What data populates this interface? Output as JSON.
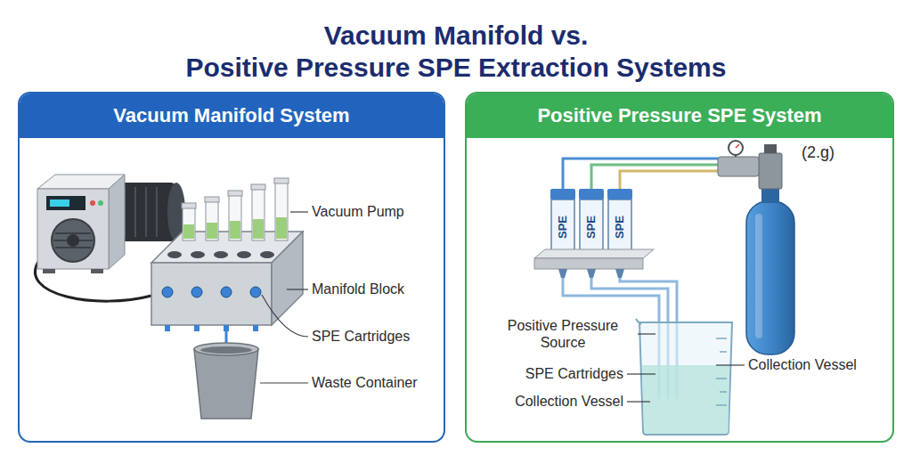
{
  "diagram": {
    "title": "Vacuum Manifold vs. Positive Pressure SPE Extraction Systems",
    "nodes": [
      {
        "text": [
          "Vacuum Manifold System"
        ]
      },
      {
        "text": [
          "Positive Pressure SPE System"
        ]
      }
    ],
    "labels": [
      "Vacuum Pump",
      "Manifold Block",
      "SPE Cartridges",
      "Waste Container",
      "(2.g)",
      "SPE",
      "SPE",
      "SPE",
      "Positive Pressure Source",
      "SPE Cartridges",
      "Collection Vessel",
      "Collection Vessel"
    ]
  }
}
